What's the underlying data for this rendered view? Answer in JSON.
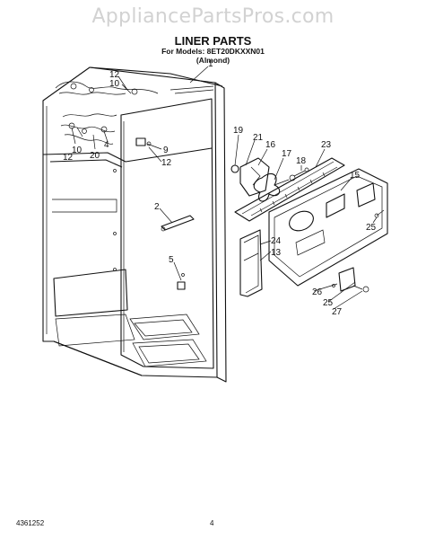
{
  "watermark": "AppliancePartsPros.com",
  "title": "LINER PARTS",
  "models_line": "For Models: 8ET20DKXXN01",
  "color_line": "(Almond)",
  "footer_code": "4361252",
  "page_number": "4",
  "callouts": [
    "1",
    "12",
    "10",
    "2",
    "5",
    "9",
    "12",
    "10",
    "12",
    "4",
    "20",
    "19",
    "21",
    "16",
    "17",
    "18",
    "23",
    "15",
    "25",
    "24",
    "13",
    "26",
    "25",
    "27"
  ]
}
